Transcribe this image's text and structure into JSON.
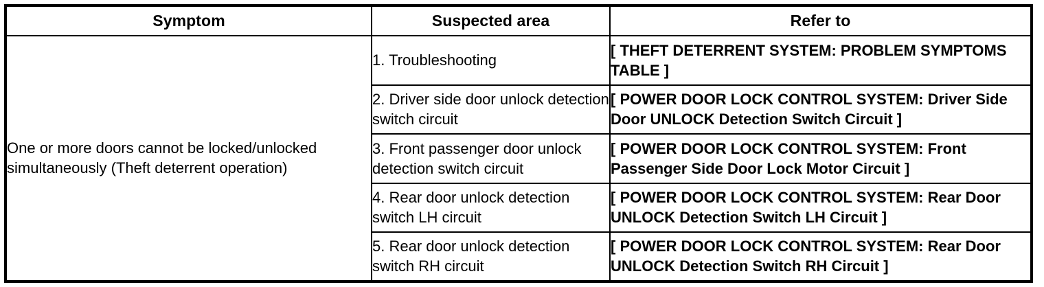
{
  "table": {
    "headers": [
      {
        "id": "symptom",
        "label": "Symptom"
      },
      {
        "id": "suspected_area",
        "label": "Suspected area"
      },
      {
        "id": "refer_to",
        "label": "Refer to"
      }
    ],
    "symptom": "One or more doors cannot be locked/unlocked simultaneously (Theft deterrent operation)",
    "rows": [
      {
        "index": "1",
        "suspected_area": "1. Troubleshooting",
        "refer_to": "[ THEFT DETERRENT SYSTEM: PROBLEM SYMPTOMS TABLE ]"
      },
      {
        "index": "2",
        "suspected_area": "2. Driver side door unlock detection switch circuit",
        "refer_to": "[ POWER DOOR LOCK CONTROL SYSTEM: Driver Side Door UNLOCK Detection Switch Circuit ]"
      },
      {
        "index": "3",
        "suspected_area": "3. Front passenger door unlock detection switch circuit",
        "refer_to": "[ POWER DOOR LOCK CONTROL SYSTEM: Front Passenger Side Door Lock Motor Circuit ]"
      },
      {
        "index": "4",
        "suspected_area": "4. Rear door unlock detection switch LH circuit",
        "refer_to": "[ POWER DOOR LOCK CONTROL SYSTEM: Rear Door UNLOCK Detection Switch LH Circuit ]"
      },
      {
        "index": "5",
        "suspected_area": "5. Rear door unlock detection switch RH circuit",
        "refer_to": "[ POWER DOOR LOCK CONTROL SYSTEM: Rear Door UNLOCK Detection Switch RH Circuit ]"
      }
    ]
  },
  "colors": {
    "border": "#000000",
    "text": "#000000",
    "background": "#ffffff"
  }
}
